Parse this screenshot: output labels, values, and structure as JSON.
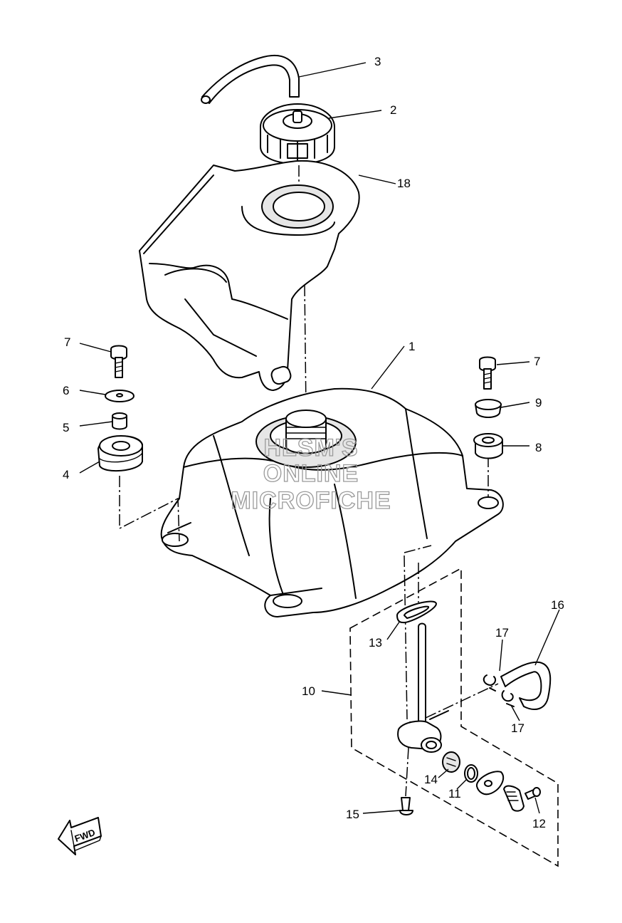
{
  "callouts": {
    "c1": "1",
    "c2": "2",
    "c3": "3",
    "c4": "4",
    "c5": "5",
    "c6": "6",
    "c7a": "7",
    "c7b": "7",
    "c8": "8",
    "c9": "9",
    "c10": "10",
    "c11": "11",
    "c12": "12",
    "c13": "13",
    "c14": "14",
    "c15": "15",
    "c16": "16",
    "c17a": "17",
    "c17b": "17",
    "c18": "18"
  },
  "watermark": {
    "line1": "HLSM'S",
    "line2": "ONLINE",
    "line3": "MICROFICHE"
  },
  "fwd_arrow": {
    "label": "FWD"
  }
}
